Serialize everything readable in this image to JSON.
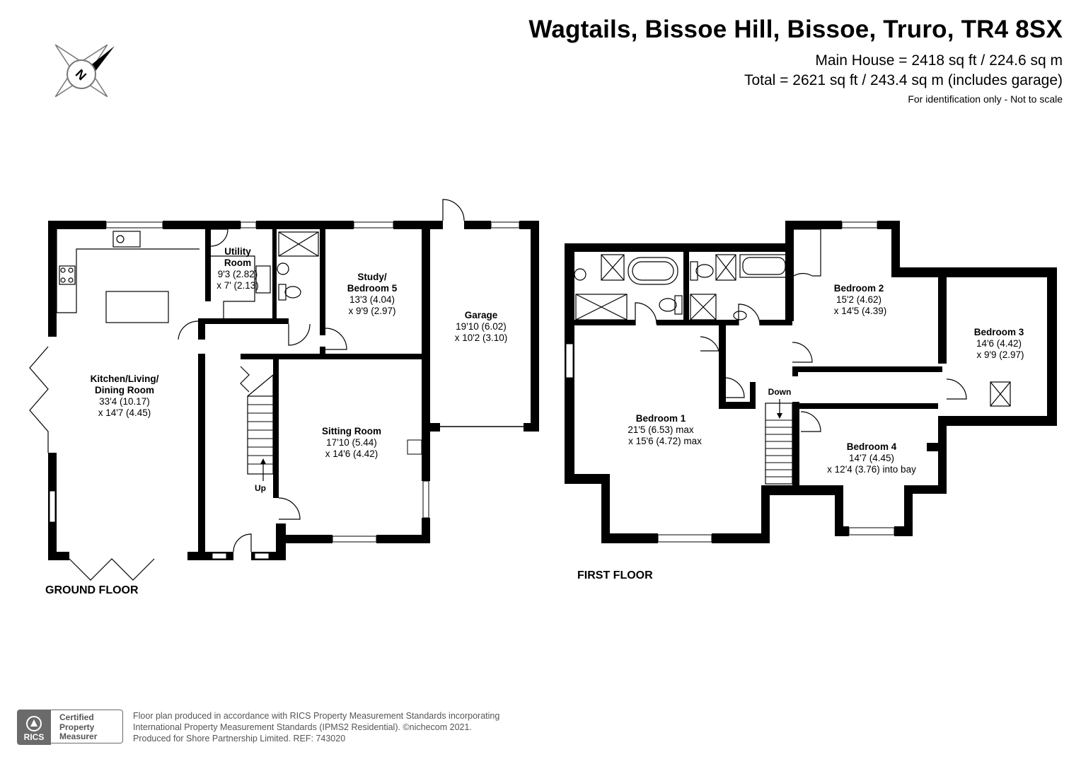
{
  "header": {
    "title": "Wagtails, Bissoe Hill, Bissoe, Truro, TR4 8SX",
    "main_house_area": "Main House = 2418 sq ft / 224.6 sq m",
    "total_area": "Total = 2621 sq ft / 243.4 sq m (includes garage)",
    "disclaimer": "For identification only - Not to scale"
  },
  "compass": {
    "icon": "compass-north-icon",
    "label": "N"
  },
  "ground_floor": {
    "label": "GROUND FLOOR",
    "stairs_label": "Up",
    "rooms": {
      "kitchen": {
        "name_line1": "Kitchen/Living/",
        "name_line2": "Dining Room",
        "dim1": "33'4 (10.17)",
        "dim2": "x 14'7 (4.45)"
      },
      "utility": {
        "name_line1": "Utility",
        "name_line2": "Room",
        "dim1": "9'3 (2.82)",
        "dim2": "x 7' (2.13)"
      },
      "study": {
        "name_line1": "Study/",
        "name_line2": "Bedroom 5",
        "dim1": "13'3 (4.04)",
        "dim2": "x 9'9 (2.97)"
      },
      "garage": {
        "name": "Garage",
        "dim1": "19'10 (6.02)",
        "dim2": "x 10'2 (3.10)"
      },
      "sitting": {
        "name": "Sitting Room",
        "dim1": "17'10 (5.44)",
        "dim2": "x 14'6 (4.42)"
      }
    }
  },
  "first_floor": {
    "label": "FIRST FLOOR",
    "stairs_label": "Down",
    "rooms": {
      "bedroom1": {
        "name": "Bedroom 1",
        "dim1": "21'5 (6.53) max",
        "dim2": "x 15'6 (4.72) max"
      },
      "bedroom2": {
        "name": "Bedroom 2",
        "dim1": "15'2 (4.62)",
        "dim2": "x 14'5 (4.39)"
      },
      "bedroom3": {
        "name": "Bedroom 3",
        "dim1": "14'6 (4.42)",
        "dim2": "x 9'9 (2.97)"
      },
      "bedroom4": {
        "name": "Bedroom 4",
        "dim1": "14'7 (4.45)",
        "dim2": "x 12'4 (3.76) into bay"
      }
    }
  },
  "footer": {
    "badge_logo": "RICS",
    "badge_line1": "Certified",
    "badge_line2": "Property",
    "badge_line3": "Measurer",
    "line1": "Floor plan produced in accordance with RICS Property Measurement Standards incorporating",
    "line2": "International Property Measurement Standards (IPMS2 Residential).  ©nichecom 2021.",
    "line3": "Produced for Shore Partnership Limited.   REF:  743020"
  }
}
